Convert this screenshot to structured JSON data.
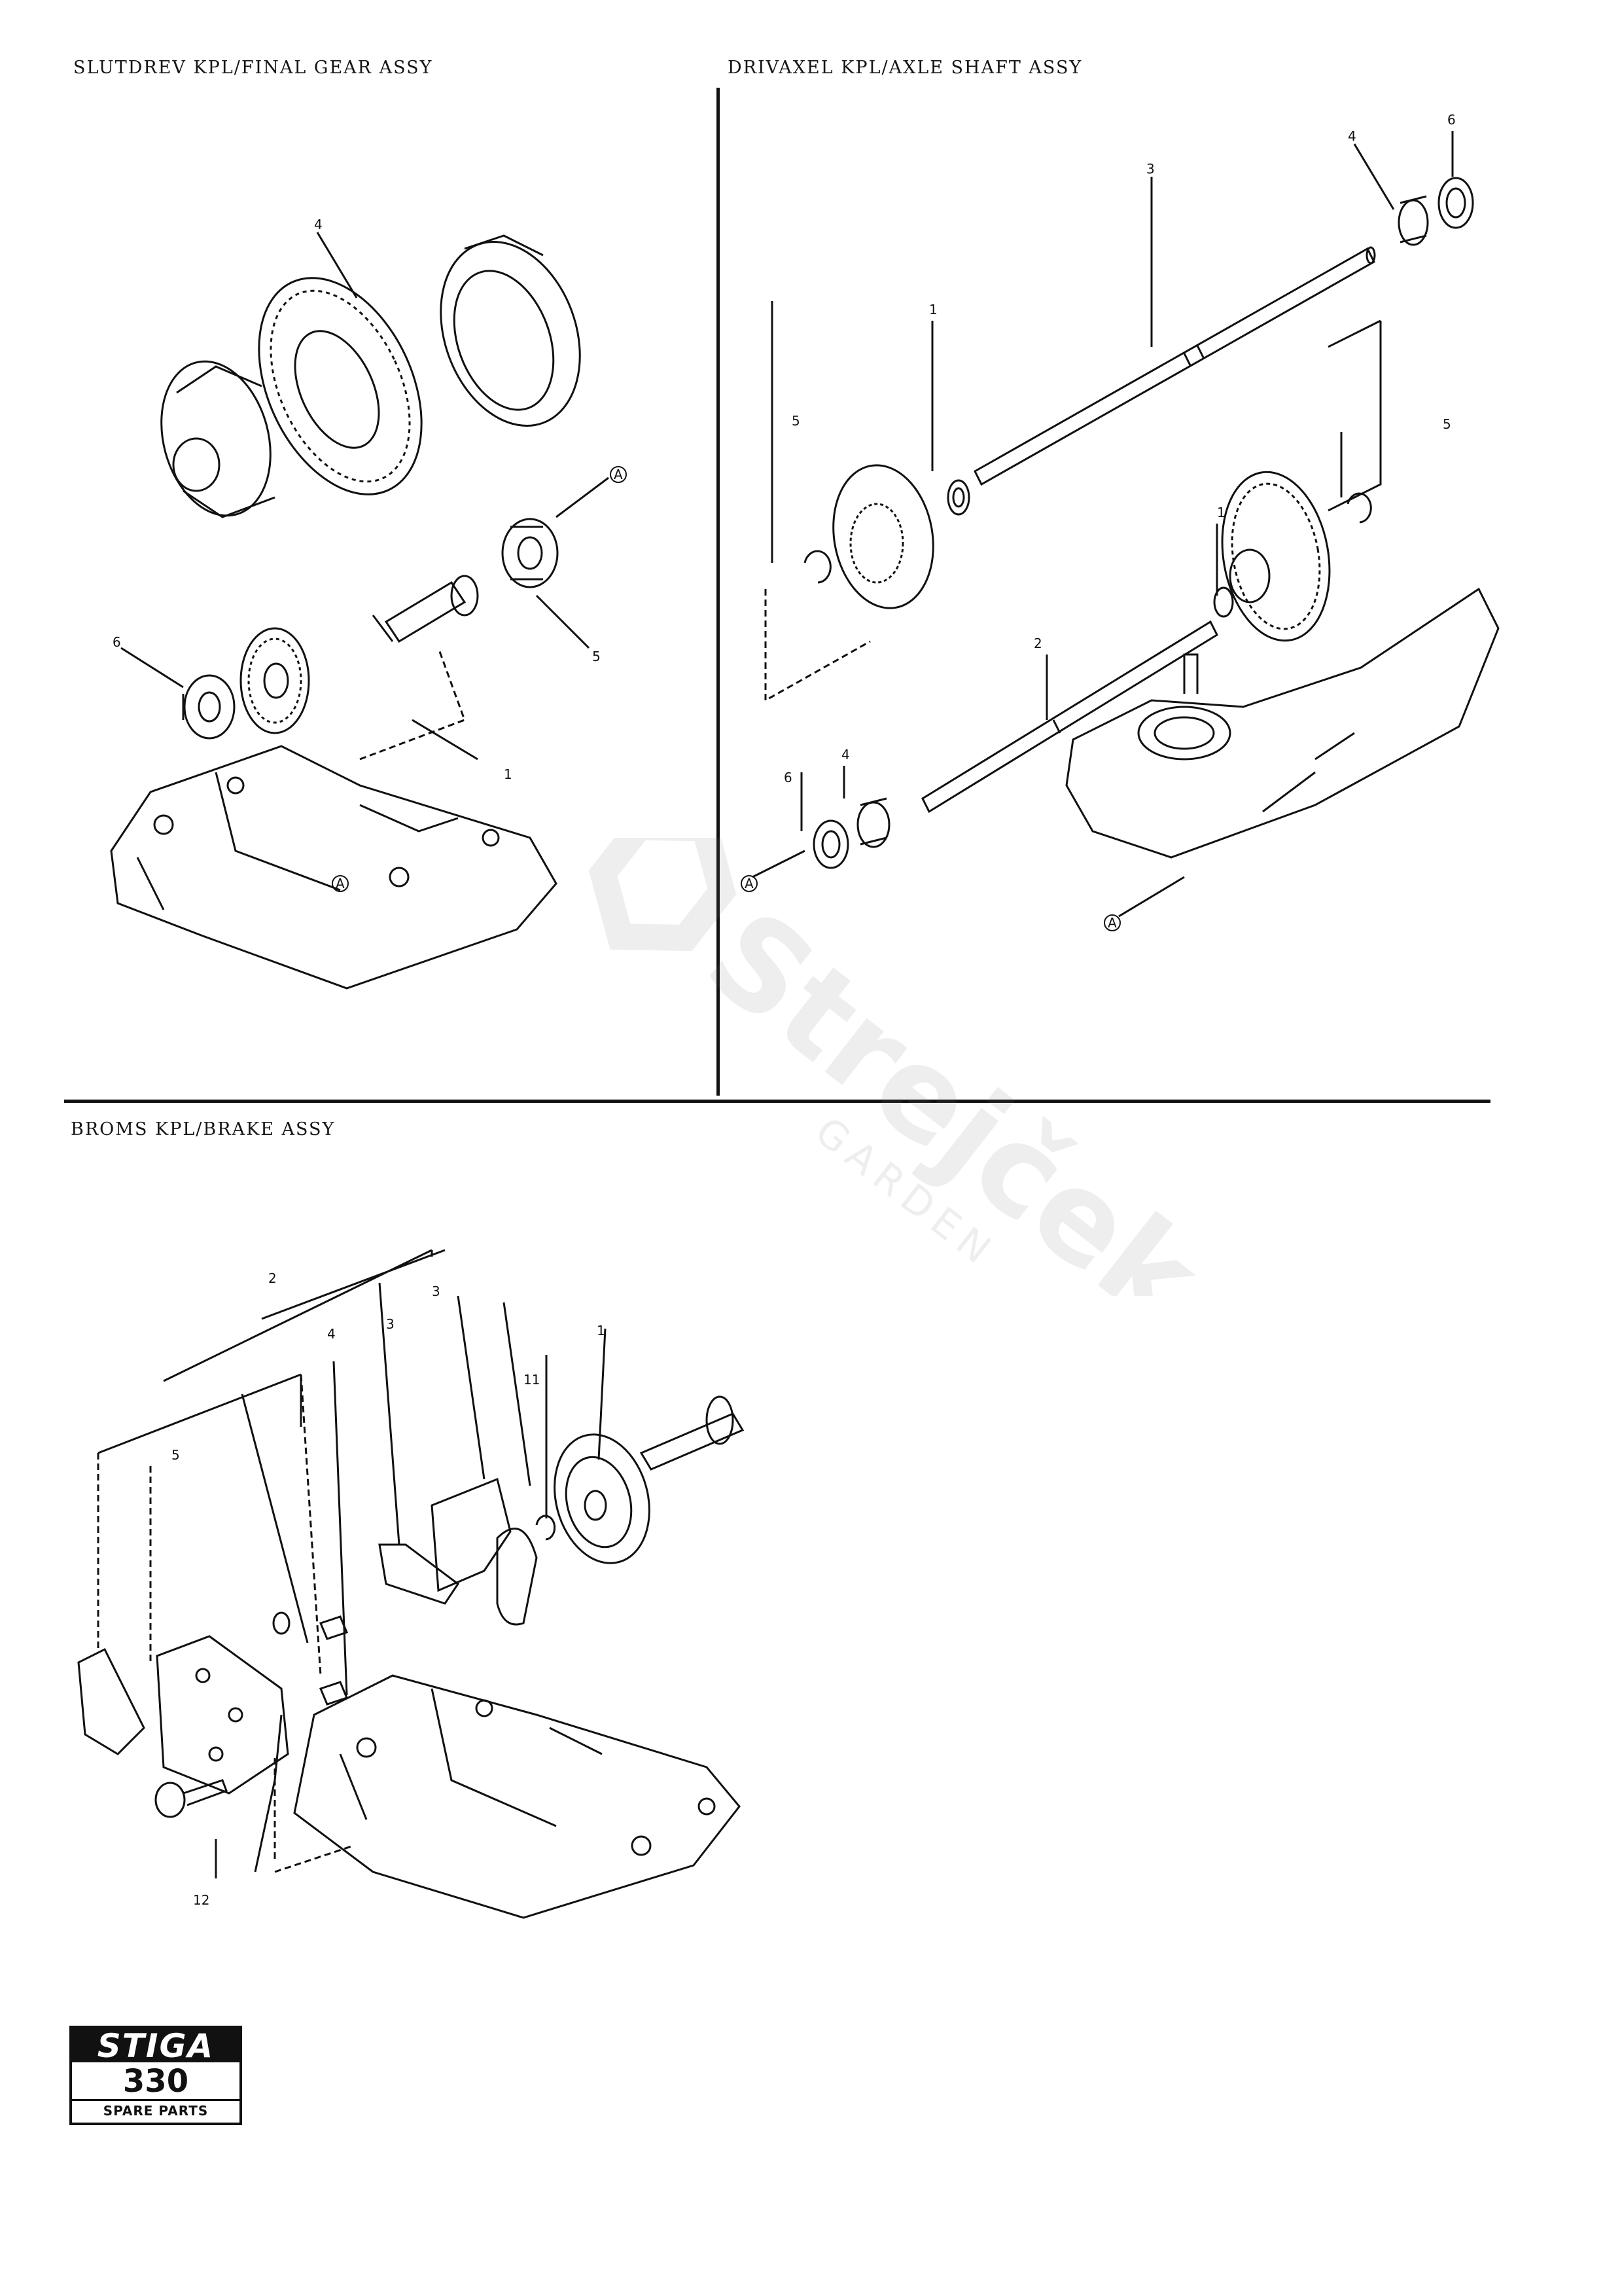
{
  "sections": {
    "final_gear": {
      "title": "SLUTDREV KPL/FINAL GEAR ASSY",
      "callouts": [
        "4",
        "A",
        "5",
        "6",
        "1",
        "A"
      ]
    },
    "axle_shaft": {
      "title": "DRIVAXEL KPL/AXLE SHAFT ASSY",
      "callouts": [
        "4",
        "6",
        "3",
        "1",
        "5",
        "5",
        "1",
        "2",
        "6",
        "4",
        "A",
        "A"
      ]
    },
    "brake": {
      "title": "BROMS KPL/BRAKE ASSY",
      "callouts": [
        "2",
        "4",
        "3",
        "3",
        "11",
        "1",
        "5",
        "12"
      ]
    }
  },
  "logo": {
    "brand": "STIGA",
    "model": "330",
    "caption": "SPARE PARTS"
  },
  "watermark": {
    "brand": "Strejček",
    "sub": "GARDEN"
  }
}
